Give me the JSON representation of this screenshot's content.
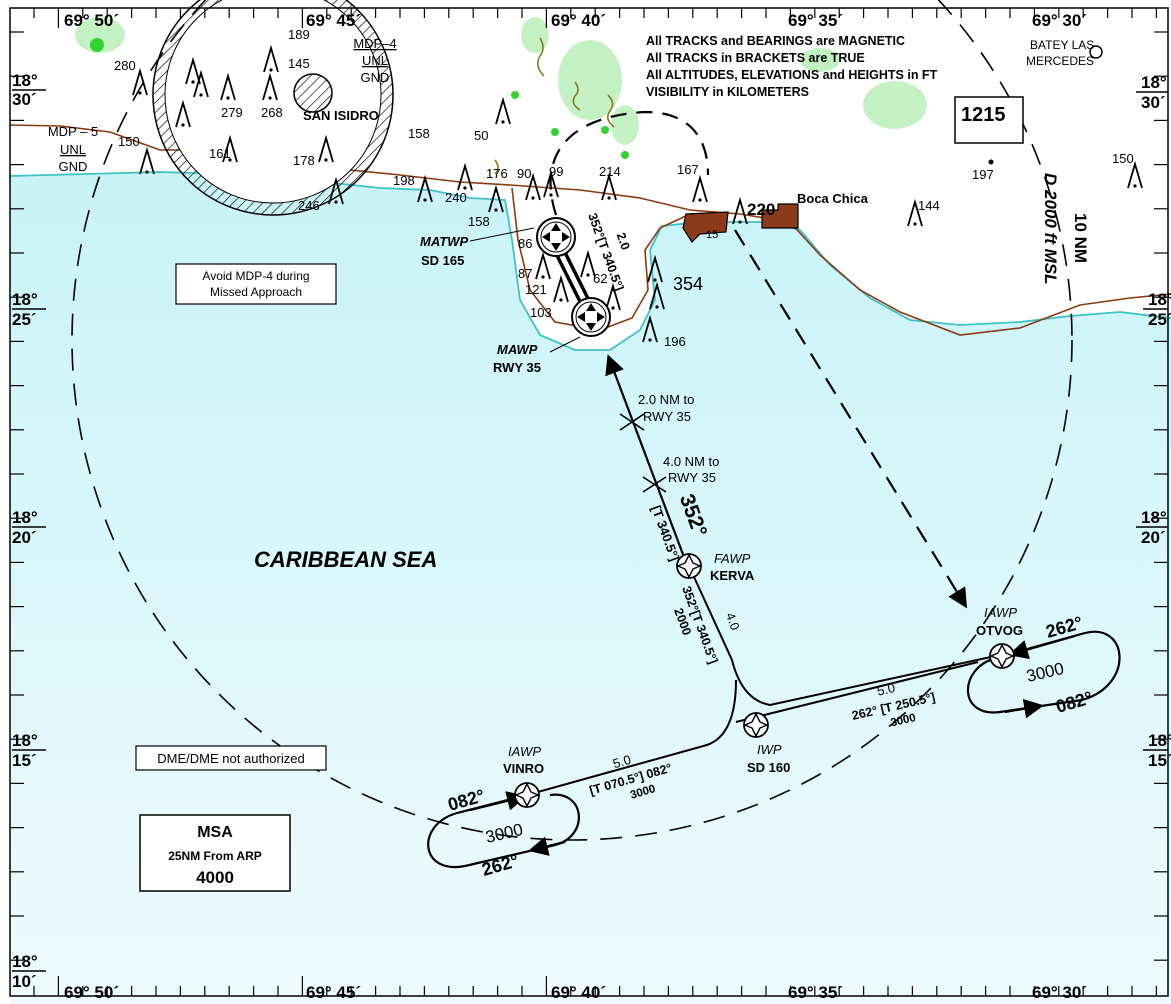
{
  "coords": {
    "lon_top": [
      "69° 50´",
      "69° 45´",
      "69° 40´",
      "69° 35´",
      "69° 30´"
    ],
    "lon_bottom": [
      "69° 50´",
      "69° 45´",
      "69° 40´",
      "69° 35´",
      "69° 30´"
    ],
    "lat_deg": "18°",
    "lat_min": [
      "30´",
      "25´",
      "20´",
      "15´",
      "10´"
    ]
  },
  "notes": [
    "All  TRACKS and BEARINGS are MAGNETIC",
    "All TRACKS in BRACKETS are TRUE",
    "All ALTITUDES, ELEVATIONS and HEIGHTS in FT",
    "VISIBILITY in KILOMETERS"
  ],
  "places": {
    "batey": [
      "BATEY LAS",
      "MERCEDES"
    ],
    "boca_chica": "Boca Chica",
    "san_isidro": "SAN ISIDRO",
    "sea": "CARIBBEAN SEA"
  },
  "restricted": {
    "mdp4": [
      "MDP–4",
      "UNL",
      "GND"
    ],
    "mdp5": [
      "MDP – 5",
      "UNL",
      "GND"
    ]
  },
  "boxes": {
    "avoid": [
      "Avoid MDP-4 during",
      "Missed Approach"
    ],
    "dme": "DME/DME not authorized",
    "msa": [
      "MSA",
      "25NM From ARP",
      "4000"
    ],
    "max_elev": "1215"
  },
  "dme_arc": {
    "dist": "10 NM",
    "alt": "D 2000 ft MSL"
  },
  "waypoints": {
    "matwp": [
      "MATWP",
      "SD 165"
    ],
    "mawp": [
      "MAWP",
      "RWY 35"
    ],
    "fawp": [
      "FAWP",
      "KERVA"
    ],
    "iawp_w": [
      "IAWP",
      "VINRO"
    ],
    "iawp_e": [
      "IAWP",
      "OTVOG"
    ],
    "iwp": [
      "IWP",
      "SD 160"
    ]
  },
  "final": {
    "fix2": [
      "2.0 NM to",
      "RWY 35"
    ],
    "fix4": [
      "4.0 NM to",
      "RWY 35"
    ],
    "course": "352°",
    "course_true": "[T 340.5°]",
    "inter": [
      "352°[T 340.5°]",
      "2000"
    ],
    "inter_dist": "4.0",
    "missed": "352°[T 340.5°]",
    "missed_dist": "2.0"
  },
  "legs": {
    "west": {
      "dist": "5.0",
      "course": "[T 070.5°] 082°",
      "alt": "3000"
    },
    "east": {
      "dist": "5.0",
      "course": "262° [T 250.5°]",
      "alt": "3000"
    }
  },
  "holds": {
    "west": {
      "in": "082°",
      "out": "262°",
      "alt": "3000"
    },
    "east": {
      "in": "262°",
      "out": "082°",
      "alt": "3000"
    }
  },
  "spot_elevations": [
    "189",
    "145",
    "280",
    "279",
    "268",
    "150",
    "161",
    "178",
    "158",
    "50",
    "246",
    "198",
    "240",
    "158",
    "176",
    "90",
    "99",
    "214",
    "167",
    "220",
    "144",
    "197",
    "150",
    "86",
    "87",
    "121",
    "62",
    "103",
    "354",
    "196",
    "15"
  ],
  "colors": {
    "sea": "#cdf4f9",
    "coast": "#8b3a0f",
    "shore": "#3cc2c8",
    "town": "#8b3a1a",
    "veg": "#2ecf2e"
  }
}
